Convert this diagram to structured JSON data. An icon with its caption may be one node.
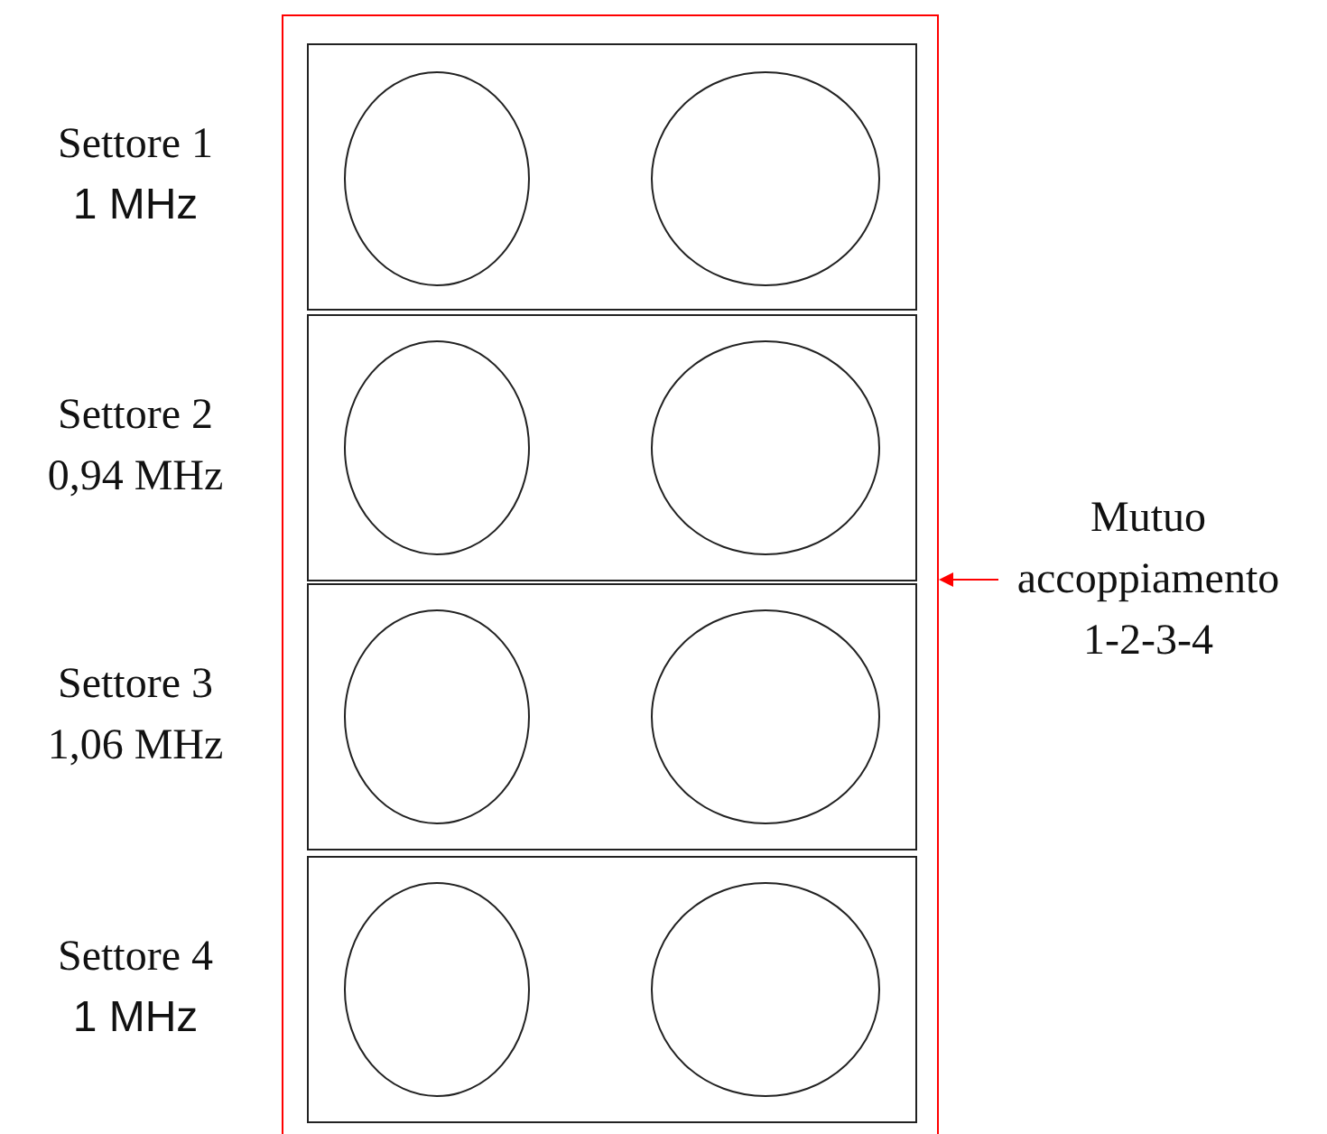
{
  "diagram": {
    "nodes": [
      {
        "text": [],
        "shape": "box"
      },
      {
        "text": [],
        "shape": "box",
        "in": 0,
        "beside": [
          "Settore 1",
          "1 MHz"
        ]
      },
      {
        "text": [],
        "shape": "circle",
        "in": 1
      },
      {
        "text": [],
        "shape": "circle",
        "in": 1
      },
      {
        "text": [],
        "shape": "box",
        "in": 0,
        "beside": [
          "Settore 2",
          "0,94 MHz"
        ]
      },
      {
        "text": [],
        "shape": "circle",
        "in": 4
      },
      {
        "text": [],
        "shape": "circle",
        "in": 4
      },
      {
        "text": [],
        "shape": "box",
        "in": 0,
        "beside": [
          "Settore 3",
          "1,06 MHz"
        ]
      },
      {
        "text": [],
        "shape": "circle",
        "in": 7
      },
      {
        "text": [],
        "shape": "circle",
        "in": 7
      },
      {
        "text": [],
        "shape": "box",
        "in": 0,
        "beside": [
          "Settore 4",
          "1 MHz"
        ]
      },
      {
        "text": [],
        "shape": "circle",
        "in": 10
      },
      {
        "text": [],
        "shape": "circle",
        "in": 10
      },
      {
        "text": [
          "Mutuo accoppiamento 1-2-3-4"
        ]
      }
    ],
    "edges": [
      {
        "from": 13,
        "to": 0,
        "arrow": "to",
        "color": "#ff0000"
      }
    ]
  }
}
